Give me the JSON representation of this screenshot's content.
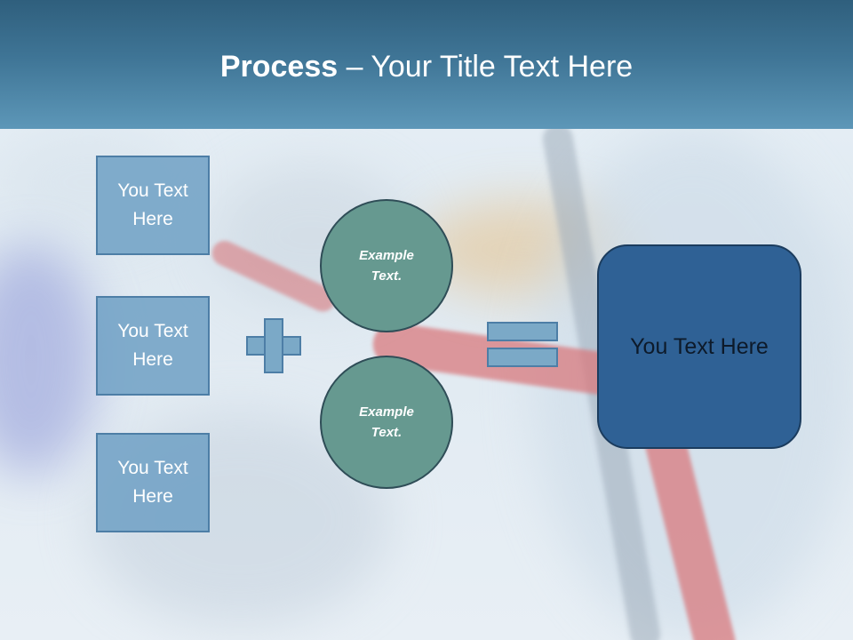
{
  "slide": {
    "title_bold": "Process",
    "title_rest": " – Your Title Text Here"
  },
  "boxes": [
    {
      "label": "You Text Here"
    },
    {
      "label": "You Text Here"
    },
    {
      "label": "You Text Here"
    }
  ],
  "circles": [
    {
      "label": "Example Text."
    },
    {
      "label": "Example Text."
    }
  ],
  "result": {
    "label": "You Text Here"
  },
  "colors": {
    "title_bar": "#3f7596",
    "box_fill": "#6fa0c4",
    "circle_fill": "#669990",
    "result_fill": "#2f6195",
    "operator_fill": "#7ba9c7"
  },
  "icons": [
    "plus-sign-icon",
    "equals-sign-icon"
  ]
}
